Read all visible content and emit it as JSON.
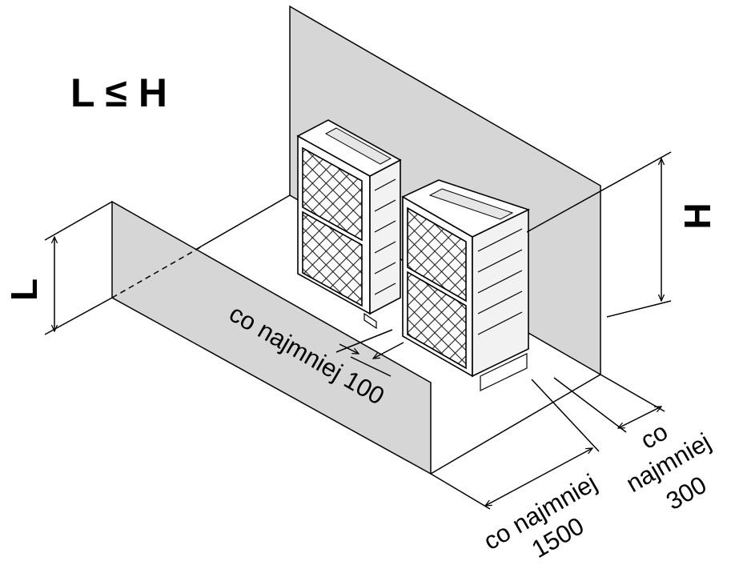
{
  "formula": "L ≤ H",
  "dimensions": {
    "height_label": "H",
    "wall_label": "L",
    "gap_between_units": "co najmniej 100",
    "front_line1": "co najmniej",
    "front_line2": "1500",
    "side_line1": "co",
    "side_line2": "najmniej",
    "side_line3": "300"
  },
  "colors": {
    "wall_fill": "#d6d6d6",
    "line": "#000000",
    "background": "#ffffff"
  }
}
